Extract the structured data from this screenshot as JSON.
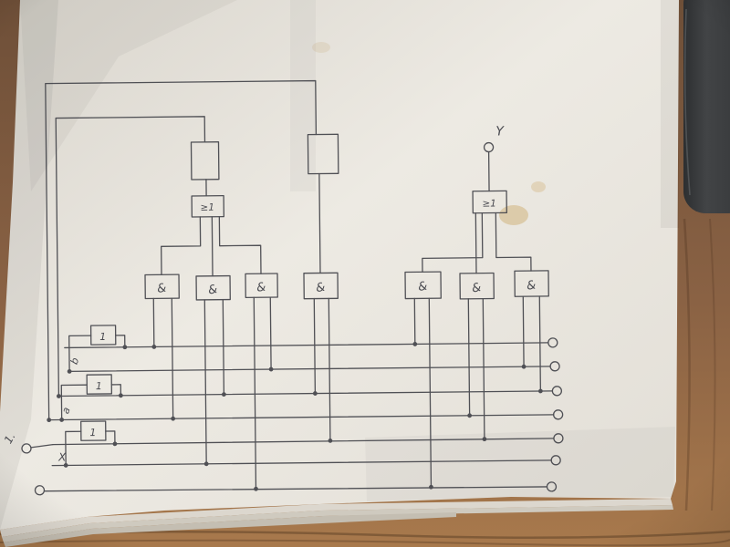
{
  "scene": {
    "description": "Photograph of a hand-drawn digital logic circuit schematic on white paper lying on a wooden table, dark object in the top-right corner",
    "colors": {
      "wood": "#8a6244",
      "wood_bottom": "#a8794c",
      "paper": "#eae7e0",
      "ink": "#43444a",
      "dark_object": "#3a3c3e",
      "stain": "#c8a35a"
    }
  },
  "diagram": {
    "type": "logic-circuit",
    "labels": {
      "and": "&",
      "or": "≥1",
      "not": "1",
      "output": "Y",
      "input_x": "X",
      "input_b": "b",
      "input_a": "a",
      "corner_note": "1."
    },
    "gates": [
      {
        "id": "delay-box-left",
        "type": "box",
        "label": ""
      },
      {
        "id": "delay-box-mid",
        "type": "box",
        "label": ""
      },
      {
        "id": "or-left",
        "type": "or",
        "label": "≥1"
      },
      {
        "id": "or-right",
        "type": "or",
        "label": "≥1"
      },
      {
        "id": "and-1",
        "type": "and",
        "label": "&"
      },
      {
        "id": "and-2",
        "type": "and",
        "label": "&"
      },
      {
        "id": "and-3",
        "type": "and",
        "label": "&"
      },
      {
        "id": "and-4",
        "type": "and",
        "label": "&"
      },
      {
        "id": "and-5",
        "type": "and",
        "label": "&"
      },
      {
        "id": "and-6",
        "type": "and",
        "label": "&"
      },
      {
        "id": "and-7",
        "type": "and",
        "label": "&"
      },
      {
        "id": "not-1",
        "type": "not",
        "label": "1"
      },
      {
        "id": "not-2",
        "type": "not",
        "label": "1"
      },
      {
        "id": "not-3",
        "type": "not",
        "label": "1"
      }
    ],
    "inputs": [
      "X",
      "b",
      "a"
    ],
    "output": "Y",
    "bus_lines": 7,
    "right_terminals": 7
  }
}
